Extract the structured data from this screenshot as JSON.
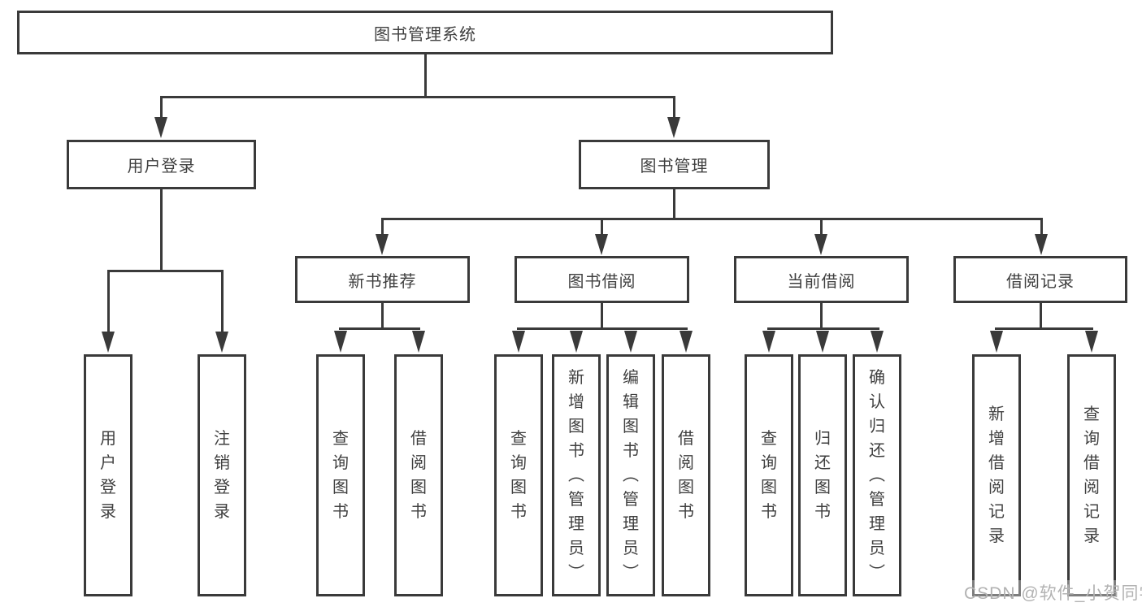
{
  "nodes": {
    "root": {
      "label": "图书管理系统"
    },
    "user_login": {
      "label": "用户登录"
    },
    "book_mgmt": {
      "label": "图书管理"
    },
    "new_book_rec": {
      "label": "新书推荐"
    },
    "book_borrow": {
      "label": "图书借阅"
    },
    "current_borrow": {
      "label": "当前借阅"
    },
    "borrow_record": {
      "label": "借阅记录"
    },
    "leaves": [
      {
        "label": "用户登录"
      },
      {
        "label": "注销登录"
      },
      {
        "label": "查询图书"
      },
      {
        "label": "借阅图书"
      },
      {
        "label": "查询图书"
      },
      {
        "label": "新增图书（管理员）"
      },
      {
        "label": "编辑图书（管理员）"
      },
      {
        "label": "借阅图书"
      },
      {
        "label": "查询图书"
      },
      {
        "label": "归还图书"
      },
      {
        "label": "确认归还（管理员）"
      },
      {
        "label": "新增借阅记录"
      },
      {
        "label": "查询借阅记录"
      }
    ]
  },
  "watermark": {
    "text": "CSDN @软件_小贺同学"
  },
  "colors": {
    "line": "#3a3a3a",
    "text": "#3f3f3f",
    "watermark": "#b2b2b2"
  }
}
